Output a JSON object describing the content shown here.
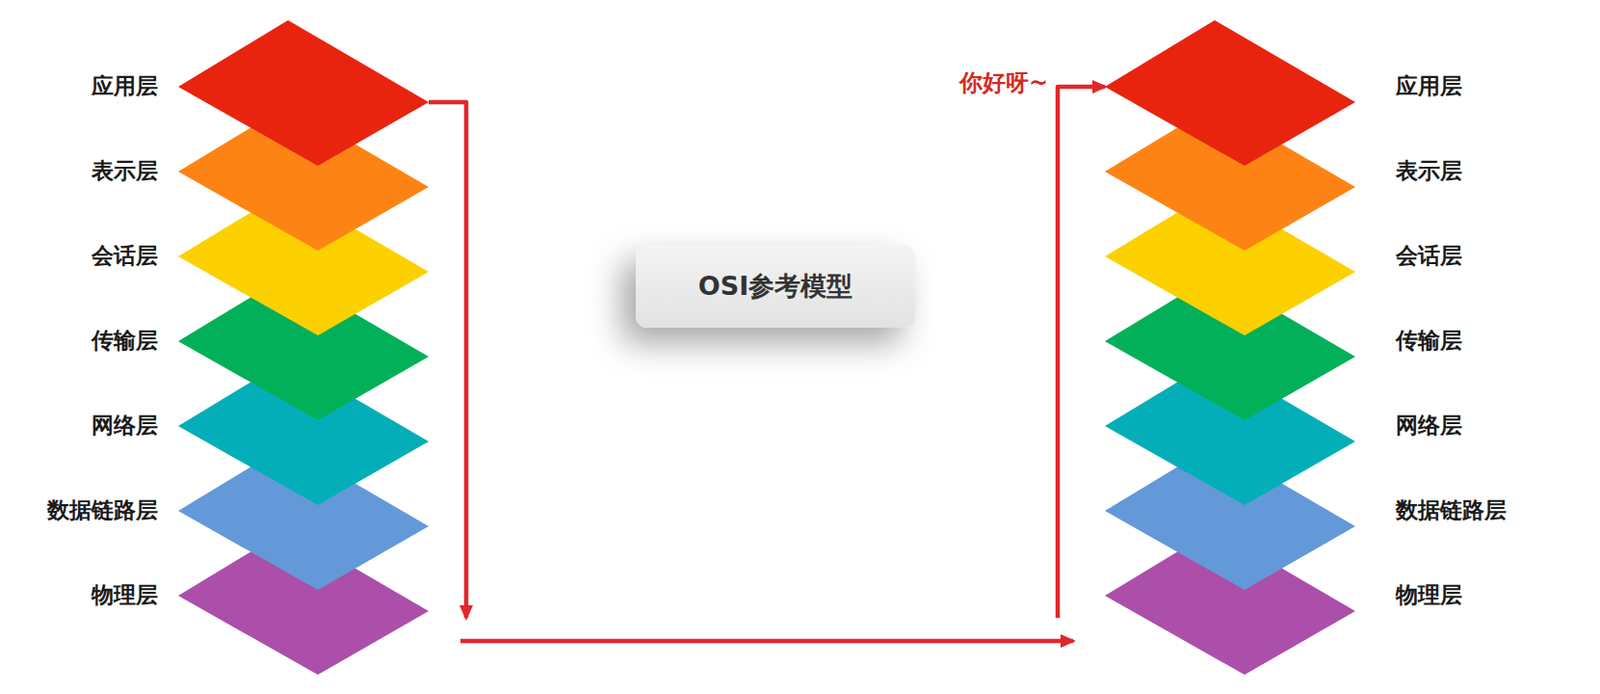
{
  "diagram": {
    "nodes": [
      {
        "text": [
          "应用层"
        ]
      },
      {
        "text": [
          "表示层"
        ]
      },
      {
        "text": [
          "会话层"
        ]
      },
      {
        "text": [
          "传输层"
        ]
      },
      {
        "text": [
          "网络层"
        ]
      },
      {
        "text": [
          "数据链路层"
        ]
      },
      {
        "text": [
          "物理层"
        ]
      },
      {
        "text": [
          "OSI参考模型"
        ]
      },
      {
        "text": [
          "应用层"
        ]
      },
      {
        "text": [
          "表示层"
        ]
      },
      {
        "text": [
          "会话层"
        ]
      },
      {
        "text": [
          "传输层"
        ]
      },
      {
        "text": [
          "网络层"
        ]
      },
      {
        "text": [
          "数据链路层"
        ]
      },
      {
        "text": [
          "物理层"
        ]
      }
    ],
    "edges": [
      {
        "from": 0,
        "to": 8,
        "arrow": "to"
      }
    ],
    "labels": [
      "你好呀~"
    ]
  }
}
